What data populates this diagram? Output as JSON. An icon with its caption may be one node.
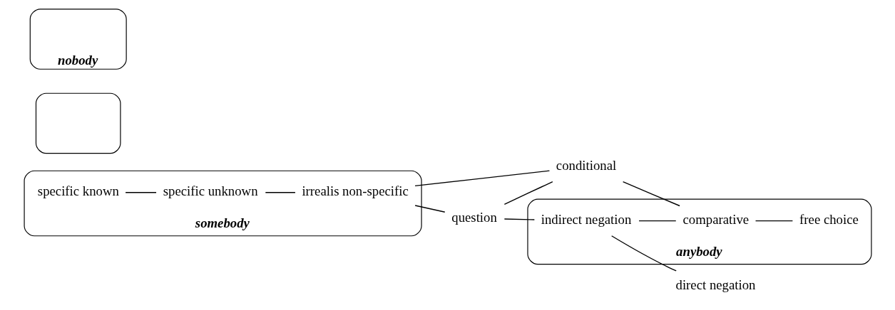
{
  "diagram": {
    "nodes": [
      {
        "text": [
          "somebody"
        ]
      },
      {
        "text": [
          "specific known"
        ],
        "in": 0
      },
      {
        "text": [
          "specific unknown"
        ],
        "in": 0
      },
      {
        "text": [
          "irrealis non-specific"
        ],
        "in": 0
      },
      {
        "text": [],
        "shape": "box"
      },
      {
        "text": [
          "question"
        ]
      },
      {
        "text": [
          "conditional"
        ]
      },
      {
        "text": [
          "anybody"
        ]
      },
      {
        "text": [
          "indirect negation"
        ],
        "in": 7
      },
      {
        "text": [
          "comparative"
        ],
        "in": 7
      },
      {
        "text": [
          "free choice"
        ],
        "in": 7
      },
      {
        "text": [
          "nobody"
        ]
      },
      {
        "text": [
          "direct negation"
        ]
      }
    ],
    "edges": [
      {
        "from": 1,
        "to": 2,
        "arrow": "none"
      },
      {
        "from": 2,
        "to": 3,
        "arrow": "none"
      },
      {
        "from": 3,
        "to": 5,
        "arrow": "none"
      },
      {
        "from": 3,
        "to": 6,
        "arrow": "none"
      },
      {
        "from": 5,
        "to": 6,
        "arrow": "none"
      },
      {
        "from": 5,
        "to": 8,
        "arrow": "none"
      },
      {
        "from": 8,
        "to": 12,
        "arrow": "none"
      },
      {
        "from": 8,
        "to": 9,
        "arrow": "none"
      },
      {
        "from": 6,
        "to": 9,
        "arrow": "none"
      },
      {
        "from": 9,
        "to": 10,
        "arrow": "none"
      }
    ]
  }
}
